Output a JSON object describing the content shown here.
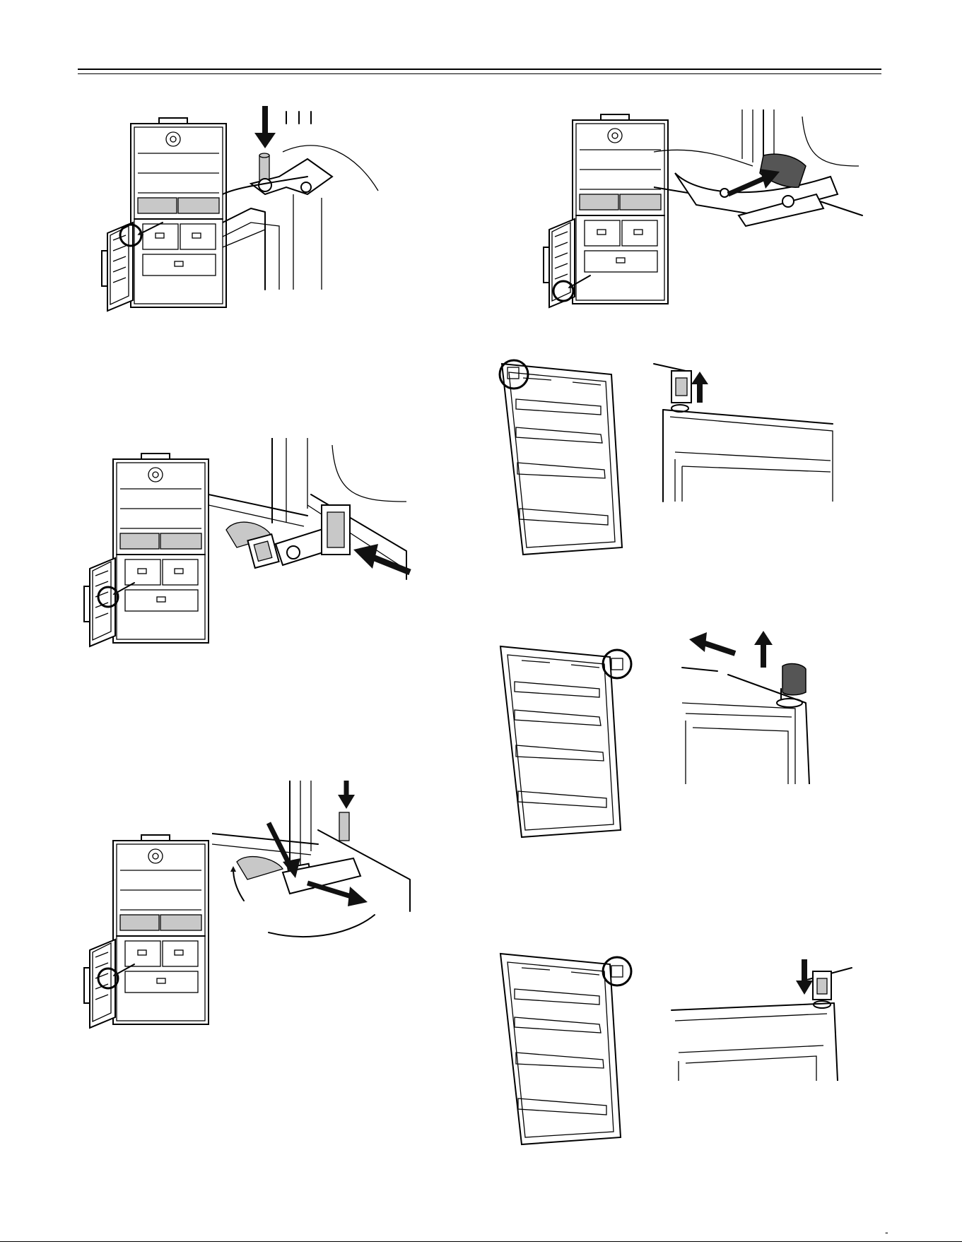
{
  "page": {
    "header_rule": true,
    "footer_mark": "-"
  },
  "figures": [
    {
      "id": "fig1-fridge",
      "icon": "fridge-door-open-icon"
    },
    {
      "id": "fig1-detail",
      "icon": "hinge-pin-insert-icon"
    },
    {
      "id": "fig2-fridge",
      "icon": "fridge-door-open-icon"
    },
    {
      "id": "fig2-detail",
      "icon": "hinge-lever-push-icon"
    },
    {
      "id": "fig3-fridge",
      "icon": "fridge-door-open-icon"
    },
    {
      "id": "fig3-detail",
      "icon": "hinge-pin-rotate-icon"
    },
    {
      "id": "fig4-fridge",
      "icon": "fridge-door-open-icon"
    },
    {
      "id": "fig4-detail",
      "icon": "hinge-cover-push-icon"
    },
    {
      "id": "fig5-door",
      "icon": "door-inner-icon"
    },
    {
      "id": "fig5-detail",
      "icon": "hinge-lift-up-icon"
    },
    {
      "id": "fig6-door",
      "icon": "door-inner-icon"
    },
    {
      "id": "fig6-detail",
      "icon": "cap-remove-icon"
    },
    {
      "id": "fig7-door",
      "icon": "door-inner-icon"
    },
    {
      "id": "fig7-detail",
      "icon": "hinge-push-down-icon"
    }
  ]
}
